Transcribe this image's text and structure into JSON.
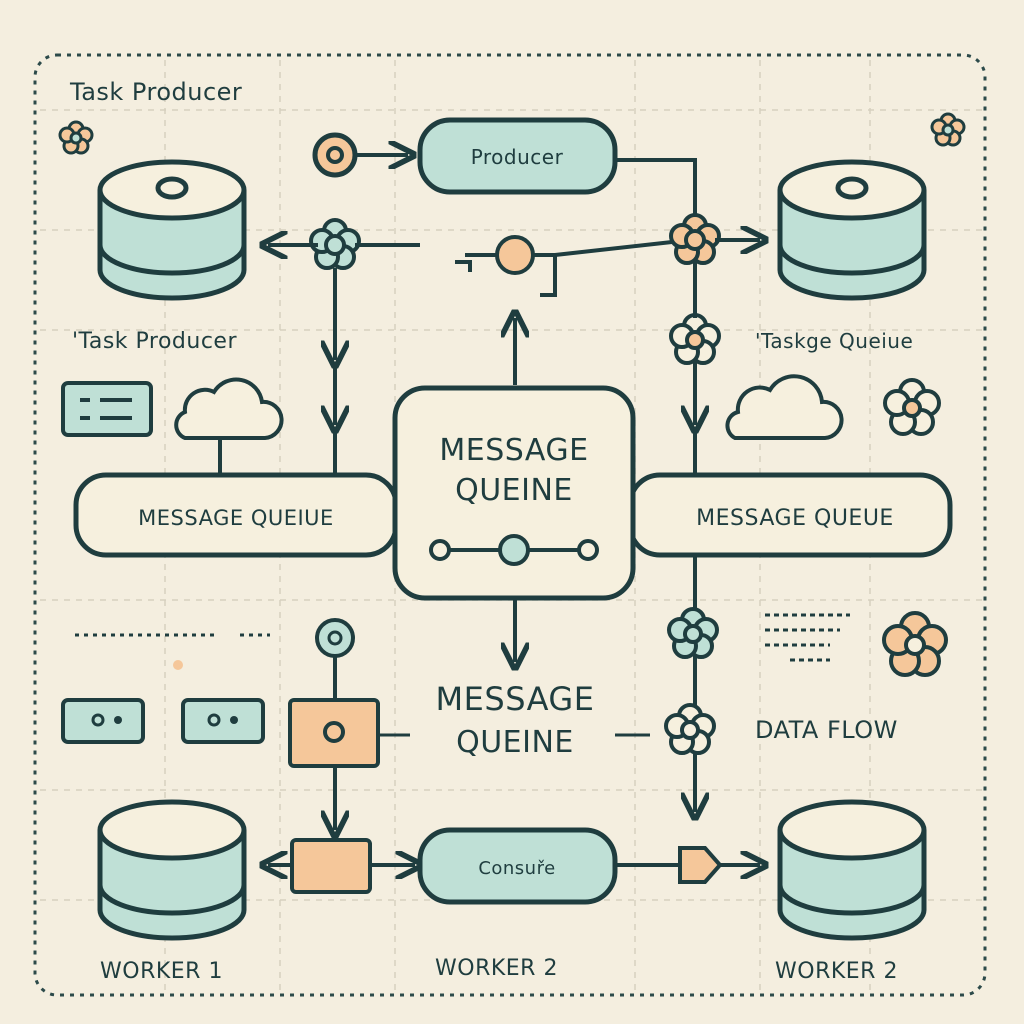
{
  "title": "Task Producer",
  "labels": {
    "producer_left_db": "'Task Producer",
    "queue_right_db": "'Taskge Queiue",
    "producer_pill": "Producer",
    "center_queue_line1": "MESSAGE",
    "center_queue_line2": "QUEINE",
    "left_queue_bar": "MESSAGE QUEIUE",
    "right_queue_bar": "MESSAGE QUEUE",
    "lower_queue_line1": "MESSAGE",
    "lower_queue_line2": "QUEINE",
    "data_flow": "DATA FLOW",
    "consumer_pill": "Consuře",
    "worker_left": "WORKER 1",
    "worker_center": "WORKER 2",
    "worker_right": "WORKER 2"
  },
  "colors": {
    "background": "#f4eedf",
    "outline": "#1f3d3f",
    "teal_fill": "#bfe0d6",
    "cream_fill": "#f6f0de",
    "peach_fill": "#f5c79a",
    "grid_line": "#cfcab8",
    "border_dash": "#2c4a4a"
  },
  "icons": [
    "database-icon",
    "cloud-icon",
    "flower-icon",
    "server-rack-icon",
    "arrow-icon"
  ]
}
